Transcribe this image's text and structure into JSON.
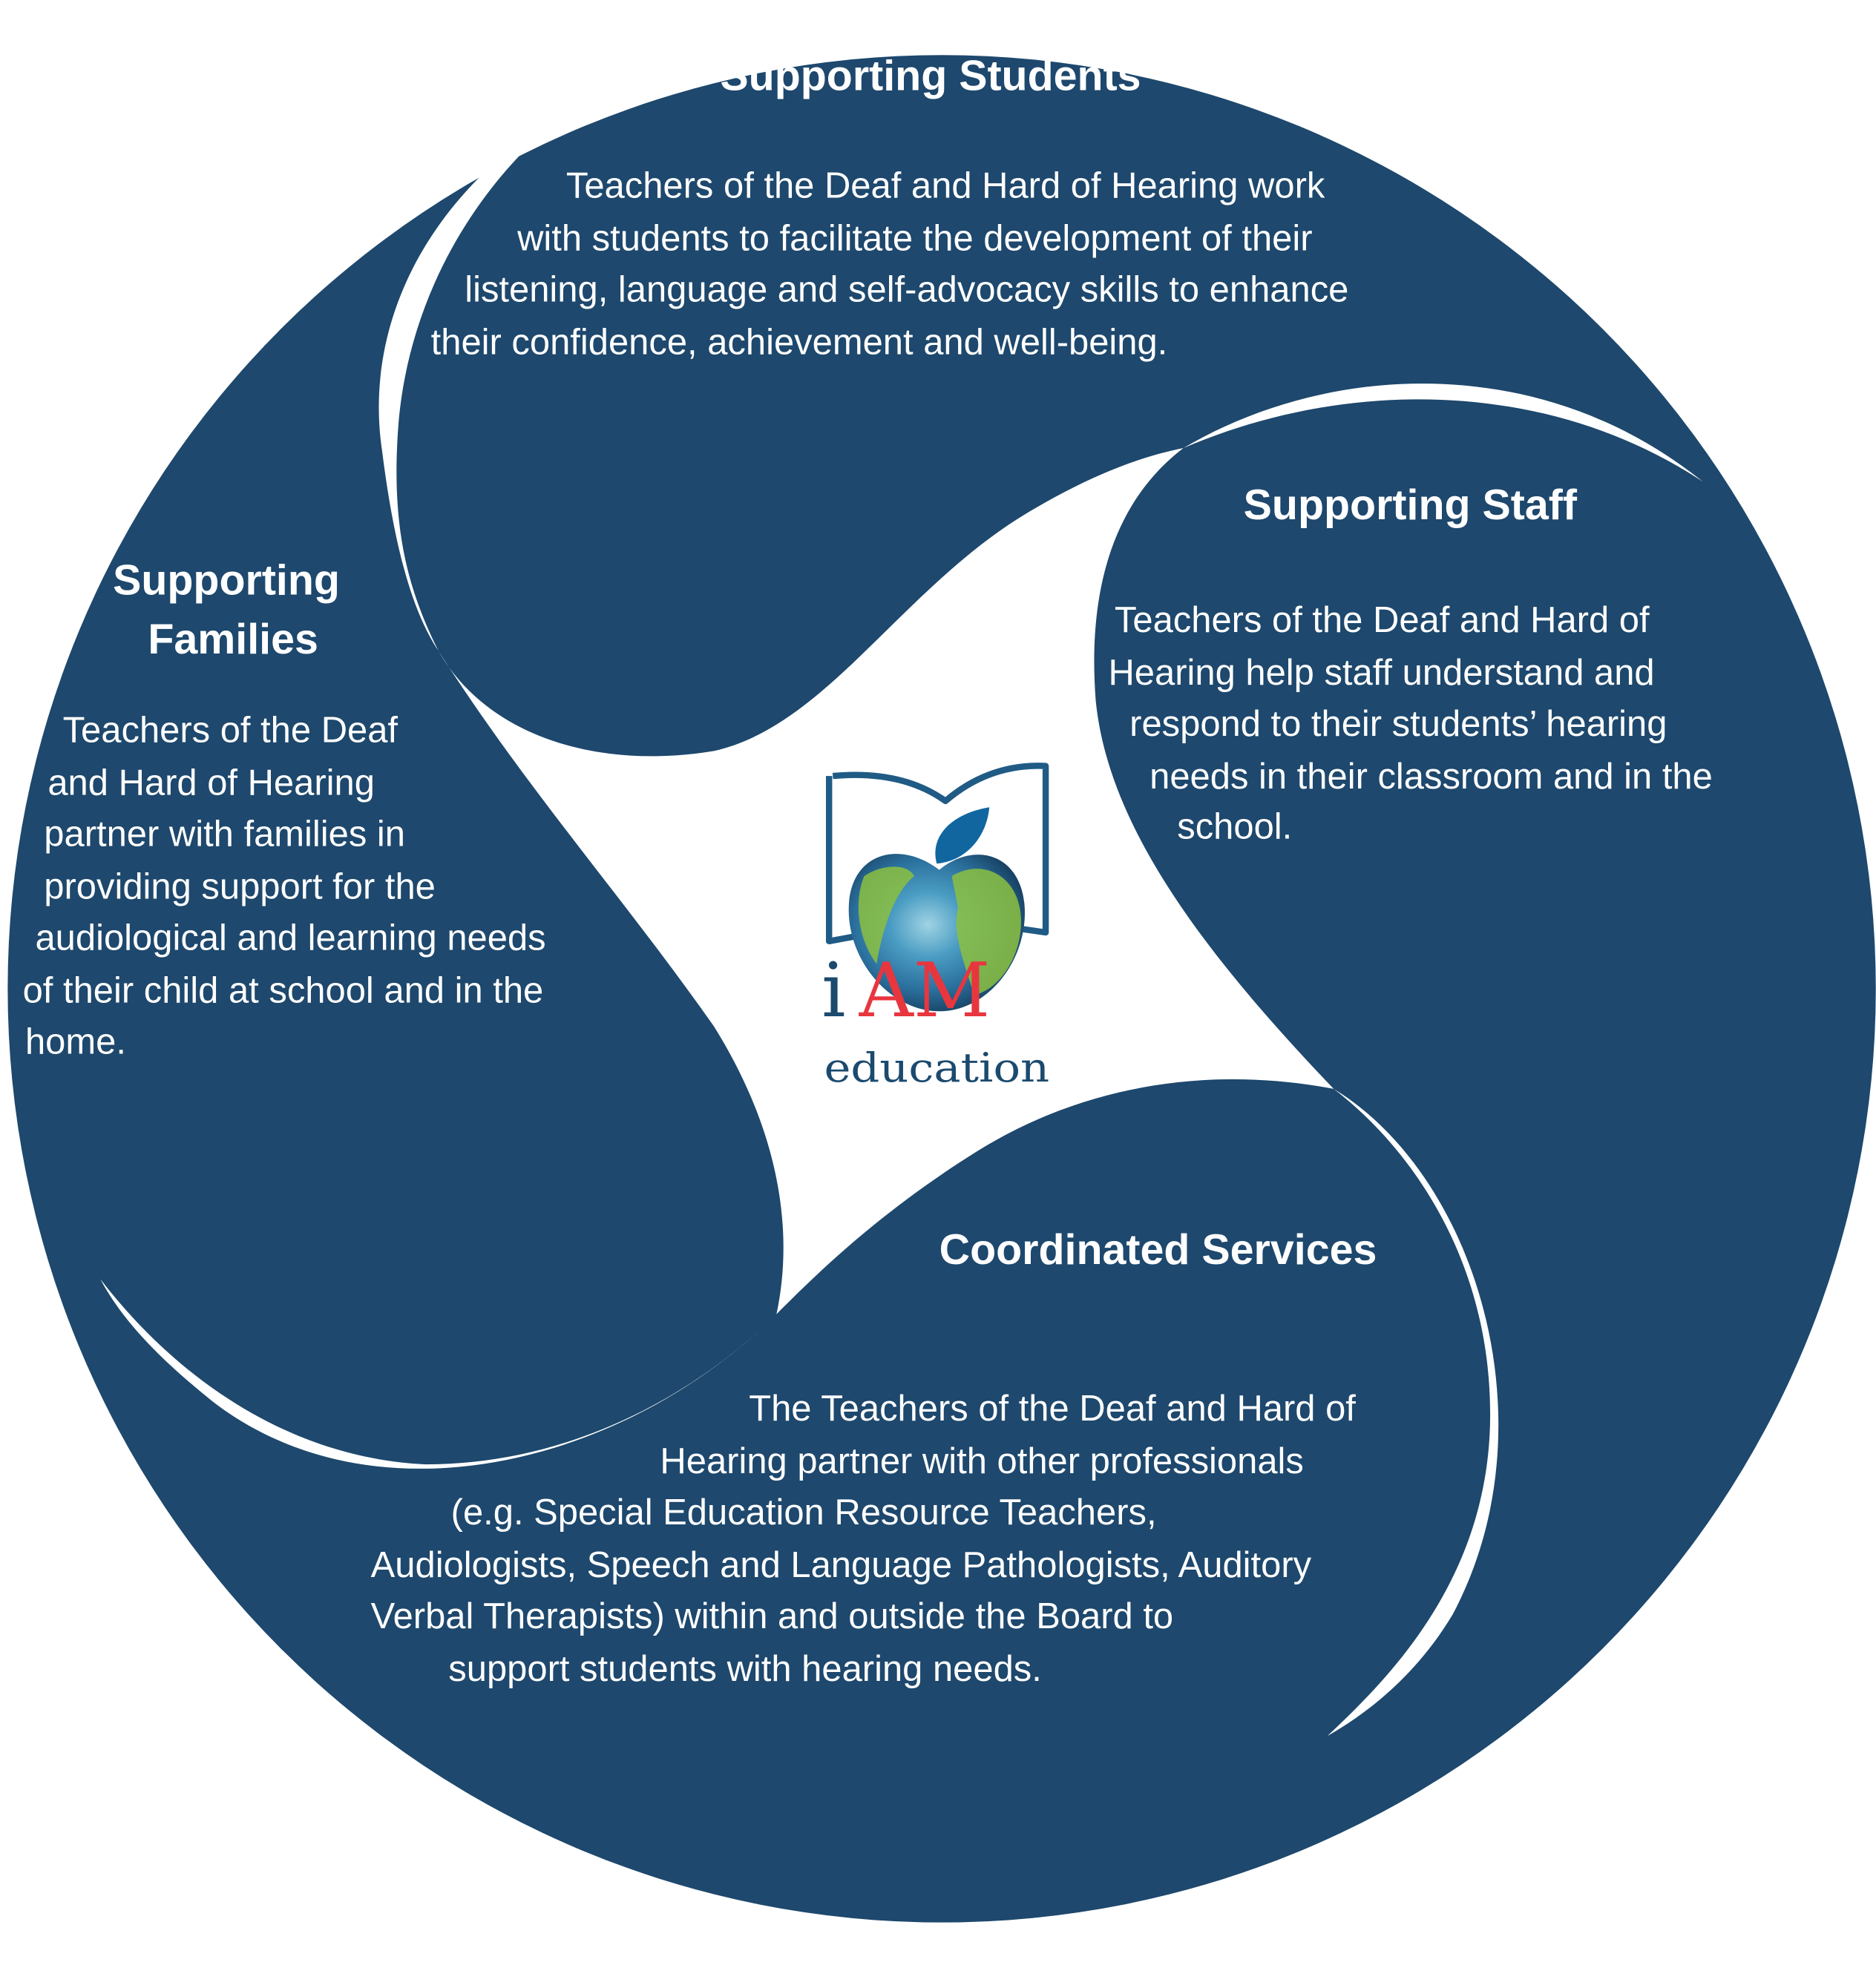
{
  "colors": {
    "navy": "#1e486d",
    "logo_red": "#e8363f",
    "logo_blue": "#1b4a6e",
    "background": "#ffffff"
  },
  "sections": {
    "students": {
      "title": "Supporting Students",
      "lines": [
        "Teachers of the Deaf and Hard of Hearing work",
        "with students to facilitate the development of their",
        "listening, language and self-advocacy skills to enhance",
        "their confidence, achievement and well-being."
      ]
    },
    "staff": {
      "title": "Supporting Staff",
      "lines": [
        "Teachers of the Deaf and Hard of",
        "Hearing help staff understand and",
        "respond to their students’ hearing",
        "needs in their classroom and in the",
        "school."
      ]
    },
    "families": {
      "title_lines": [
        "Supporting",
        "Families"
      ],
      "lines": [
        "Teachers of the Deaf",
        "and Hard of Hearing",
        "partner with families in",
        "providing support for the",
        "audiological and learning needs",
        "of their child at school and in the",
        "home."
      ]
    },
    "coordinated": {
      "title": "Coordinated Services",
      "lines": [
        "The Teachers of the Deaf and Hard of",
        "Hearing partner with other professionals",
        "(e.g.  Special Education Resource Teachers,",
        "Audiologists, Speech and Language Pathologists, Auditory",
        "Verbal Therapists) within and outside the Board to",
        "support students with hearing needs."
      ]
    }
  },
  "logo": {
    "i": "i",
    "am": "AM",
    "education": "education"
  }
}
